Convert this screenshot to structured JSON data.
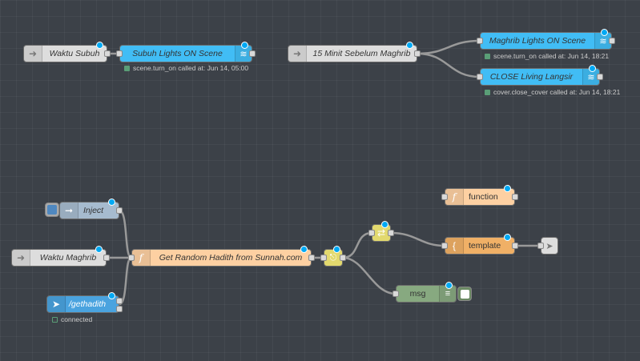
{
  "nodes": {
    "waktu_subuh": "Waktu Subuh",
    "subuh_lights": "Subuh Lights ON Scene",
    "lima_belas_menit": "15 Minit Sebelum Maghrib",
    "maghrib_lights": "Maghrib Lights ON Scene",
    "close_living": "CLOSE Living Langsir",
    "function": "function",
    "inject": "Inject",
    "waktu_maghrib": "Waktu Maghrib",
    "get_hadith": "Get Random Hadith from Sunnah.com",
    "template": "template",
    "gethadith": "/gethadith",
    "msg": "msg"
  },
  "status": {
    "subuh_lights": "scene.turn_on called at: Jun 14, 05:00",
    "maghrib_lights": "scene.turn_on called at: Jun 14, 18:21",
    "close_living": "cover.close_cover called at: Jun 14, 18:21",
    "gethadith": "connected"
  },
  "colors": {
    "canvas": "#3c4148",
    "home_assistant": "#41bdf5",
    "trigger": "#dddddd",
    "function": "#fdd0a2",
    "template": "#f0b066",
    "inject": "#a6bbcf",
    "telegram": "#4aa3df",
    "debug": "#87a980",
    "switch": "#e2d96e",
    "status_ok": "#5a9e77",
    "wire": "#999999",
    "changed_indicator": "#00a9f4"
  },
  "icons": {
    "trigger": "arrow-in-icon",
    "home_assistant": "router-icon",
    "function": "function-icon",
    "template": "braces-icon",
    "inject": "arrow-right-icon",
    "telegram": "paper-plane-icon",
    "switch": "switch-icon",
    "split": "branch-icon",
    "debug": "list-icon"
  }
}
